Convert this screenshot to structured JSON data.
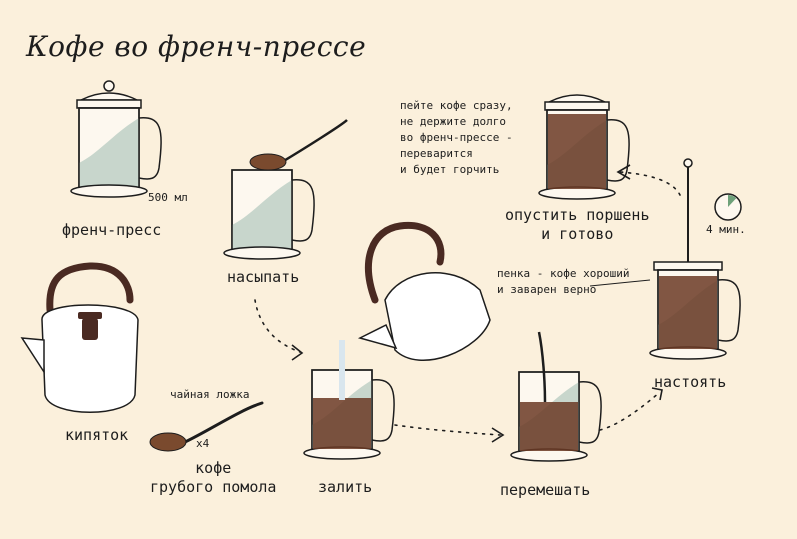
{
  "title": "Кофе во френч-прессе",
  "colors": {
    "background": "#fbf0dc",
    "glass_tint": "#c8d6cc",
    "coffee": "#6b3a24",
    "grounds": "#7a4a2e",
    "handle": "#4a2a22",
    "ink": "#1d1d1d"
  },
  "labels": {
    "press": "френч-пресс",
    "volume": "500 мл",
    "kettle": "кипяток",
    "spoon_name": "чайная ложка",
    "multiplier": "х4",
    "coffee_type": "кофе\nгрубого помола",
    "pour_grounds": "насыпать",
    "pour_water": "залить",
    "stir": "перемешать",
    "steep": "настоять",
    "time": "4 мин.",
    "foam_note": "пенка - кофе хороший\nи заварен верно",
    "plunge": "опустить поршень\nи готово",
    "drink_note": "пейте кофе сразу,\nне держите долго\nво френч-прессе -\nпереварится\nи будет горчить"
  },
  "timer": {
    "minutes": 4,
    "elapsed_fraction": 0.12
  }
}
